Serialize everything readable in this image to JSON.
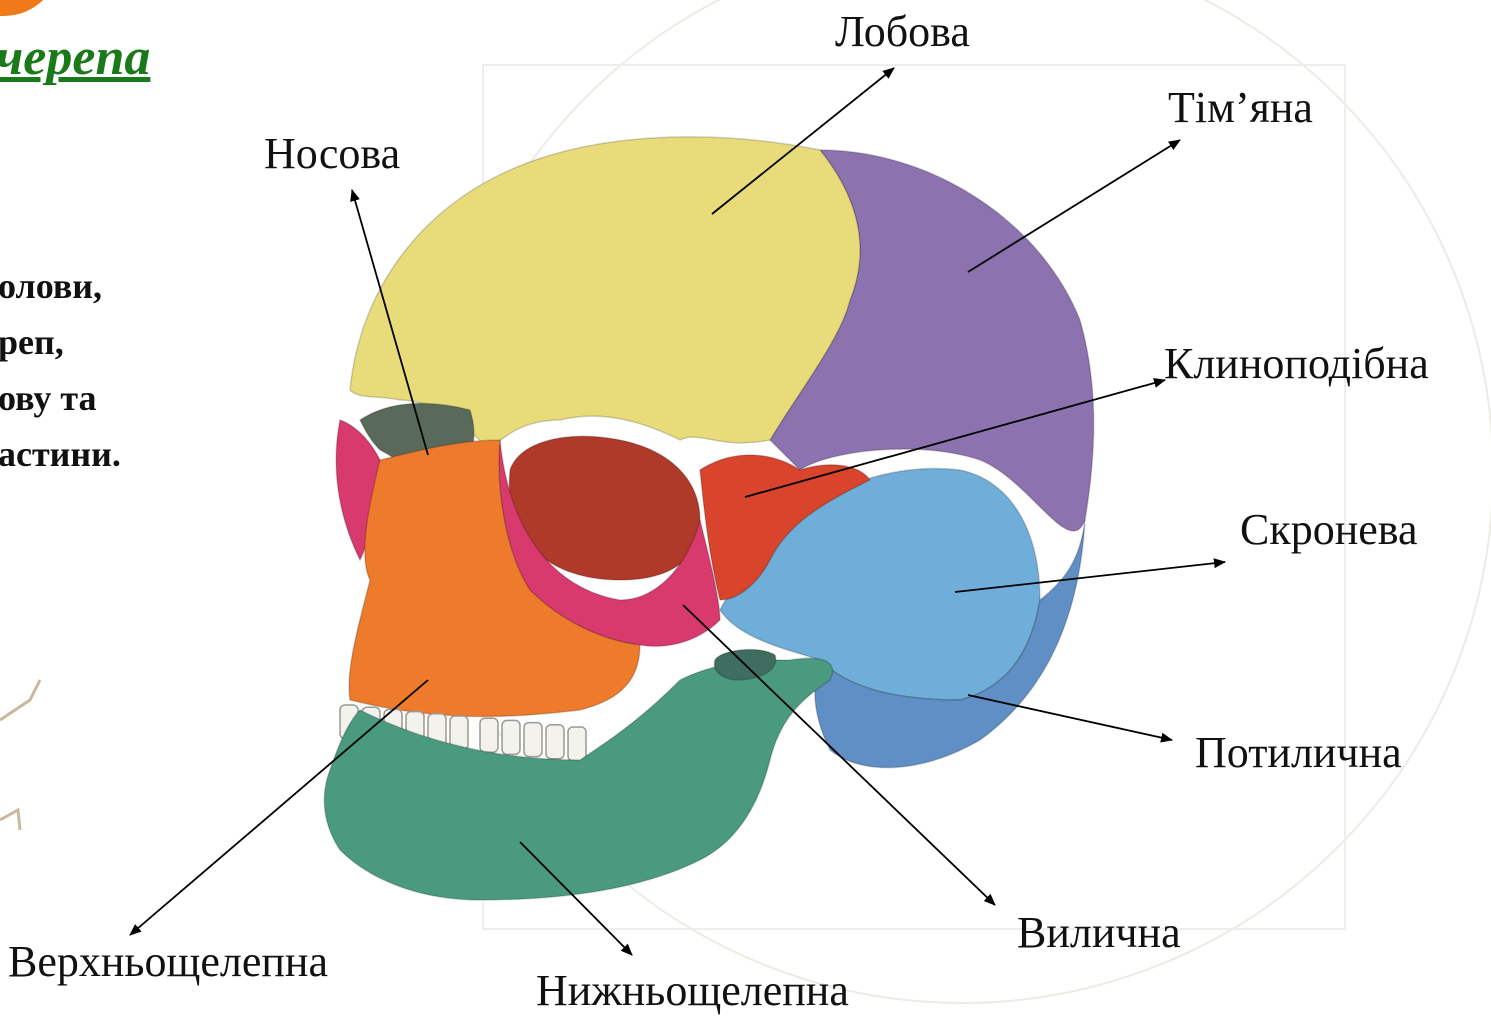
{
  "slide": {
    "title": "черепа",
    "body_lines": [
      "олови,",
      "реп,",
      "ову та",
      "астини."
    ]
  },
  "labels": {
    "frontal": "Лобова",
    "parietal": "Тім’яна",
    "nasal": "Носова",
    "sphenoid": "Клиноподібна",
    "temporal": "Скронева",
    "occipital": "Потилична",
    "zygomatic": "Вилична",
    "maxilla": "Верхньощелепна",
    "mandible": "Нижньощелепна"
  },
  "colors": {
    "frontal": "#e8dc7a",
    "parietal": "#8d72b0",
    "temporal": "#6eaed8",
    "occipital": "#5f8fc4",
    "sphenoid": "#d8442c",
    "zygomatic": "#d83a6e",
    "maxilla": "#ee7a2c",
    "mandible": "#4a9a80",
    "nasal": "#5a6a5a",
    "title": "#1a7a1a"
  }
}
